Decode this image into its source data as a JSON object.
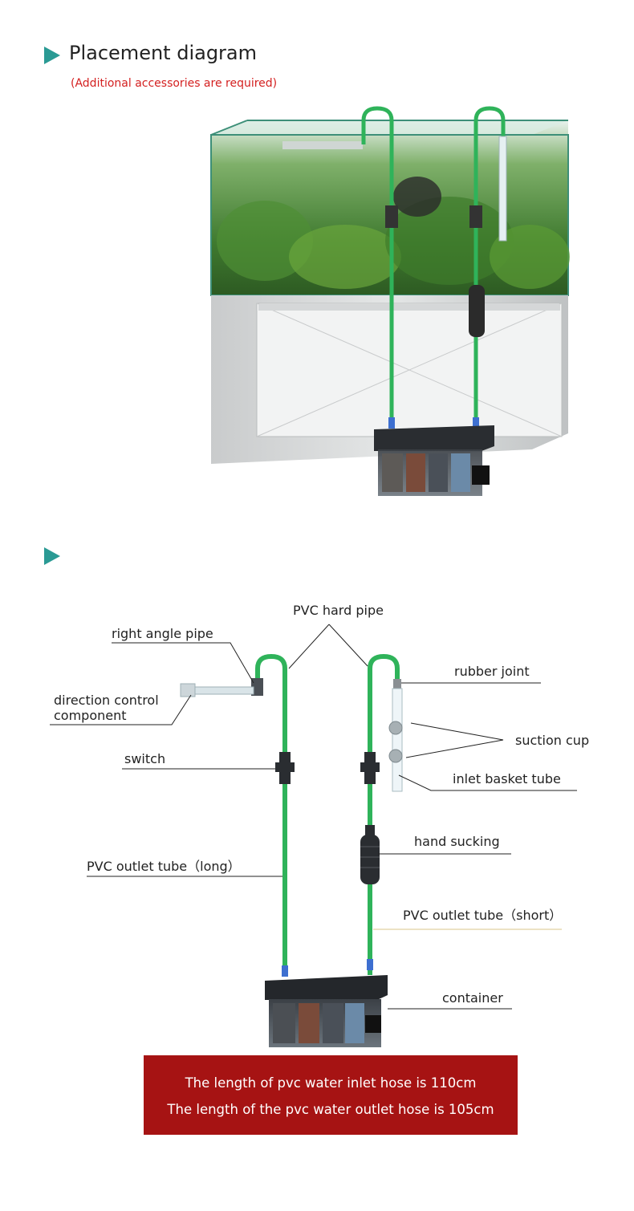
{
  "section1": {
    "title": "Placement diagram",
    "note": "(Additional accessories are required)"
  },
  "section2": {
    "labels": {
      "pvc_hard_pipe": "PVC hard pipe",
      "right_angle_pipe": "right angle pipe",
      "rubber_joint": "rubber joint",
      "direction_control_line1": "direction control",
      "direction_control_line2": "component",
      "suction_cup": "suction cup",
      "switch": "switch",
      "inlet_basket_tube": "inlet basket tube",
      "hand_sucking": "hand sucking",
      "pvc_outlet_long": "PVC outlet tube（long）",
      "pvc_outlet_short": "PVC outlet tube（short）",
      "container": "container"
    }
  },
  "banner": {
    "line1": "The length of pvc water inlet hose is 110cm",
    "line2": "The length of the pvc water outlet hose is 105cm",
    "color": "#a61313"
  },
  "colors": {
    "accent": "#2a9a94",
    "pipe_green": "#2fb35a",
    "note_red": "#d42020"
  }
}
